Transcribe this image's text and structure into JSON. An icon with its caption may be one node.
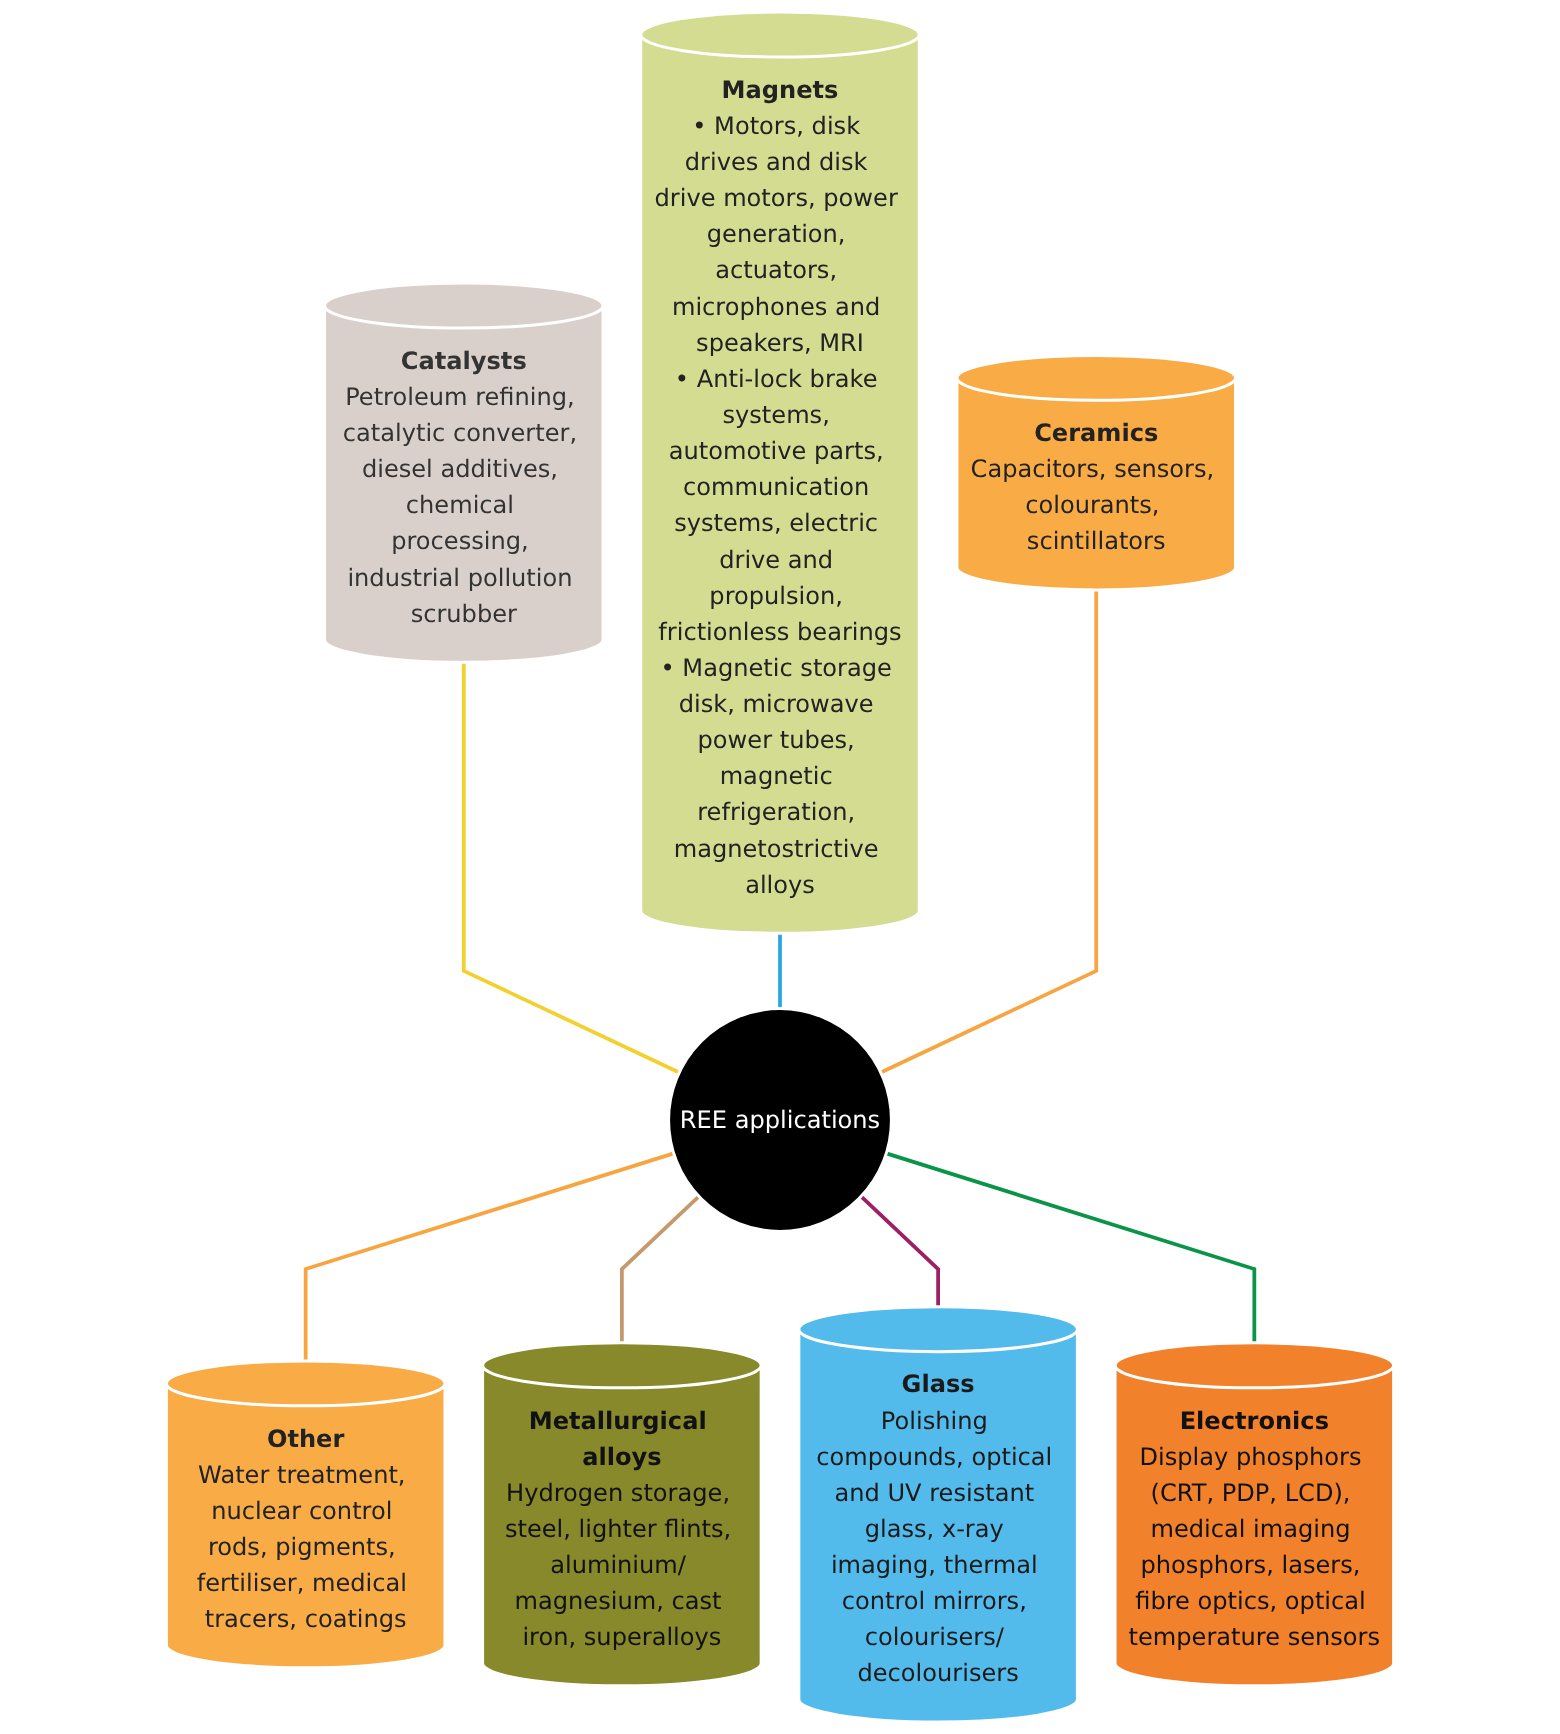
{
  "diagram": {
    "nodes": [
      {
        "text": [
          "Catalysts",
          "Petroleum refining, catalytic converter, diesel additives, chemical processing, industrial pollution scrubber"
        ]
      },
      {
        "text": [
          "Magnets",
          "• Motors, disk drives and disk drive motors, power generation, actuators, microphones and speakers, MRI",
          "• Anti-lock brake systems, automotive parts, communication systems, electric drive and propulsion, frictionless bearings",
          "• Magnetic storage disk, microwave power tubes, magnetic refrigeration, magnetostrictive alloys"
        ]
      },
      {
        "text": [
          "Ceramics",
          "Capacitors, sensors, colourants, scintillators"
        ]
      },
      {
        "text": [
          "REE applications"
        ]
      },
      {
        "text": [
          "Other",
          "Water treatment, nuclear control rods, pigments, fertiliser, medical tracers, coatings"
        ]
      },
      {
        "text": [
          "Metallurgical alloys",
          "Hydrogen storage, steel, lighter flints, aluminium/ magnesium, cast iron, superalloys"
        ]
      },
      {
        "text": [
          "Glass",
          "Polishing compounds, optical and UV resistant glass, x-ray imaging, thermal control mirrors, colourisers/ decolourisers"
        ]
      },
      {
        "text": [
          "Electronics",
          "Display phosphors (CRT, PDP, LCD), medical imaging phosphors, lasers, fibre optics, optical temperature sensors"
        ]
      }
    ],
    "edges": [
      {
        "from": 3,
        "to": 0,
        "arrow": "none",
        "color": "#f2d12e"
      },
      {
        "from": 3,
        "to": 1,
        "arrow": "none",
        "color": "#29a8e0"
      },
      {
        "from": 3,
        "to": 2,
        "arrow": "none",
        "color": "#f7a541"
      },
      {
        "from": 3,
        "to": 4,
        "arrow": "none",
        "color": "#f7a541"
      },
      {
        "from": 3,
        "to": 5,
        "arrow": "none",
        "color": "#c49a6c"
      },
      {
        "from": 3,
        "to": 6,
        "arrow": "none",
        "color": "#9e1f63"
      },
      {
        "from": 3,
        "to": 7,
        "arrow": "none",
        "color": "#0a9447"
      }
    ]
  }
}
